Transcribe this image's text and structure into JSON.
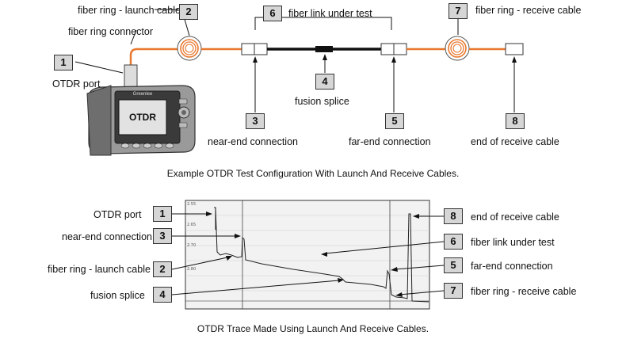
{
  "top": {
    "caption": "Example OTDR Test Configuration With Launch And Receive Cables.",
    "labels": {
      "launch_cable": "fiber ring - launch cable",
      "ring_connector": "fiber ring connector",
      "otdr_port": "OTDR port",
      "link_under_test": "fiber link under test",
      "fusion_splice": "fusion splice",
      "near_end": "near-end connection",
      "far_end": "far-end connection",
      "receive_cable": "fiber ring - receive cable",
      "end_of_receive": "end of receive cable"
    },
    "numbers": {
      "n1": "1",
      "n2": "2",
      "n3": "3",
      "n4": "4",
      "n5": "5",
      "n6": "6",
      "n7": "7",
      "n8": "8"
    },
    "otdr_screen_text": "OTDR",
    "otdr_brand_text": "Greenlee"
  },
  "bottom": {
    "caption": "OTDR Trace Made Using Launch And Receive Cables.",
    "labels": {
      "otdr_port": "OTDR port",
      "near_end": "near-end connection",
      "launch_cable": "fiber ring - launch cable",
      "fusion_splice": "fusion splice",
      "end_of_receive": "end of receive cable",
      "link_under_test": "fiber link under test",
      "far_end": "far-end connection",
      "receive_cable": "fiber ring - receive cable"
    },
    "numbers": {
      "n1": "1",
      "n3": "3",
      "n2": "2",
      "n4": "4",
      "n8": "8",
      "n6": "6",
      "n5": "5",
      "n7": "7"
    },
    "trace_ticks": [
      "2.55",
      "2.65",
      "2.70",
      "2.80"
    ]
  },
  "colors": {
    "cable_orange": "#e8782f",
    "fiber_black": "#111111",
    "box_gray": "#d6d6d6",
    "trace_bg": "#f2f2f2"
  }
}
